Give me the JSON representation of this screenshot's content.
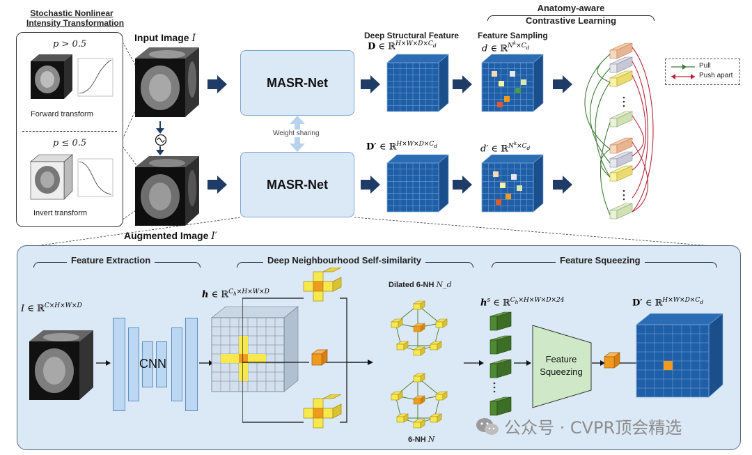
{
  "left_panel": {
    "title_line1": "Stochastic Nonlinear",
    "title_line2": "Intensity Transformation",
    "cond_forward": "p > 0.5",
    "forward_label": "Forward transform",
    "cond_invert": "p ≤ 0.5",
    "invert_label": "Invert transform"
  },
  "top": {
    "input_label": "Input Image",
    "input_symbol": "I",
    "augmented_label": "Augmented Image",
    "augmented_symbol": "I′",
    "masr_top": "MASR-Net",
    "masr_bottom": "MASR-Net",
    "weight_sharing": "Weight sharing",
    "deep_feature_title": "Deep Structural Feature",
    "deep_feature_math": "D ∈ ℝ^(H×W×D×C_d)",
    "deep_feature_math2": "D′ ∈ ℝ^(H×W×D×C_d)",
    "sampling_title": "Feature Sampling",
    "sampling_math": "d ∈ ℝ^(N^k×C_d)",
    "sampling_math2": "d′ ∈ ℝ^(N^k×C_d)",
    "contrastive_line1": "Anatomy-aware",
    "contrastive_line2": "Contrastive Learning",
    "legend_pull": "Pull",
    "legend_push": "Push apart"
  },
  "bottom": {
    "feature_extraction": "Feature Extraction",
    "dnss": "Deep Neighbourhood Self-similarity",
    "feature_squeezing_title": "Feature Squeezing",
    "input_math": "I ∈ ℝ^(C×H×W×D)",
    "cnn": "CNN",
    "h_math": "h ∈ ℝ^(C_h×H×W×D)",
    "dilated": "Dilated 6-NH",
    "dilated_sym": "N_d",
    "six_nh": "6-NH",
    "six_nh_sym": "N",
    "hs_math": "h^s ∈ ℝ^(C_h×H×W×D×24)",
    "squeeze_line1": "Feature",
    "squeeze_line2": "Squeezing",
    "out_math": "D′ ∈ ℝ^(H×W×D×C_d)"
  },
  "watermark": "公众号 · CVPR顶会精选",
  "colors": {
    "grid_blue": "#1f5fa8",
    "grid_line": "#7fa8d6",
    "panel_bg": "#dbe8f5",
    "arrow_navy": "#1f3c66",
    "pull_green": "#3f7a35",
    "push_red": "#b3263a",
    "orange": "#f09a1f",
    "yellow": "#f4df3c"
  }
}
